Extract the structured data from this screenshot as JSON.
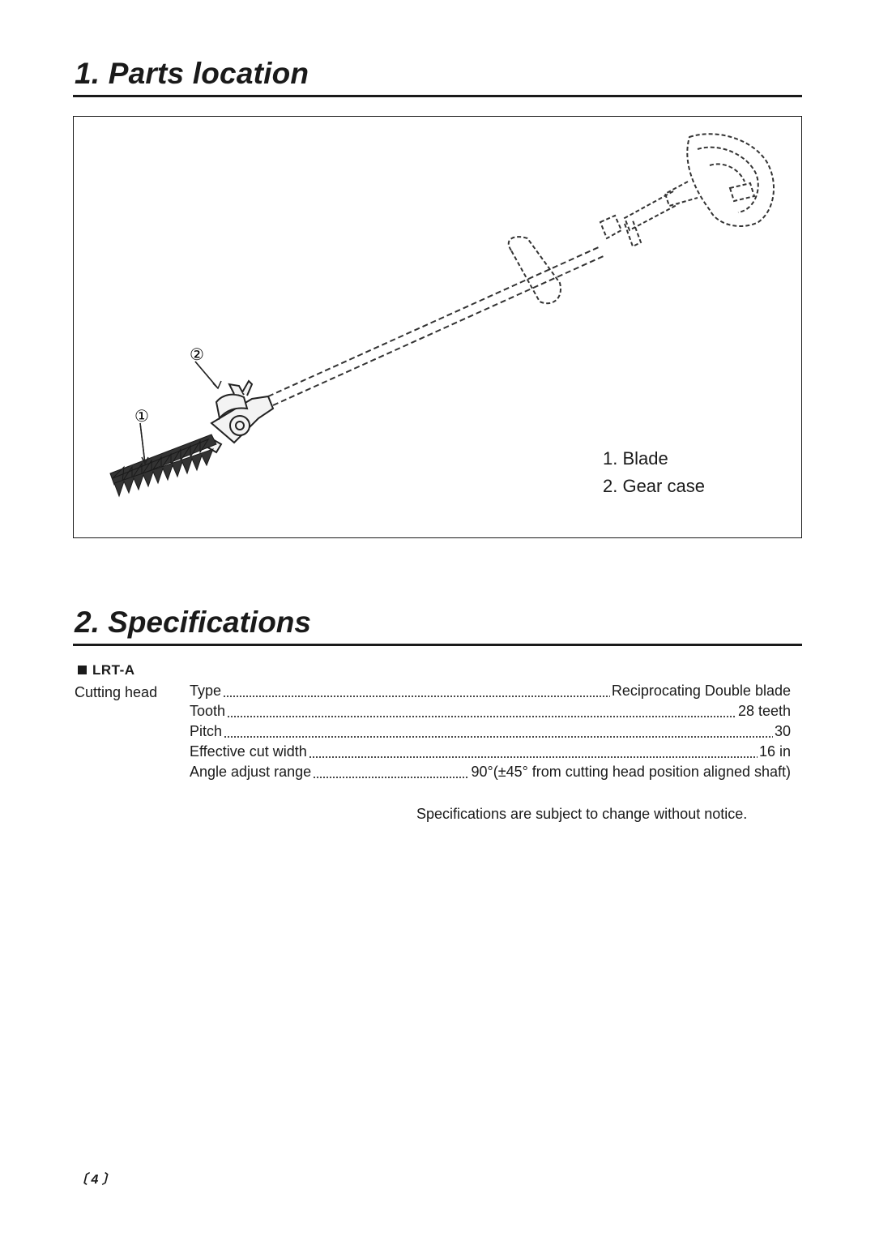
{
  "section1": {
    "title": "1. Parts location"
  },
  "figure": {
    "callouts": [
      "①",
      "②"
    ],
    "legend": [
      "1. Blade",
      "2. Gear case"
    ]
  },
  "section2": {
    "title": "2. Specifications"
  },
  "model": "LRT-A",
  "group": "Cutting head",
  "specs": [
    {
      "label": "Type",
      "value": "Reciprocating Double blade"
    },
    {
      "label": "Tooth",
      "value": "28 teeth"
    },
    {
      "label": "Pitch",
      "value": "30"
    },
    {
      "label": "Effective cut width",
      "value": "16 in"
    },
    {
      "label": "Angle adjust range",
      "value": "90°(±45° from cutting head position aligned shaft)"
    }
  ],
  "note": "Specifications are subject to change without notice.",
  "page_number": "〔 4 〕"
}
